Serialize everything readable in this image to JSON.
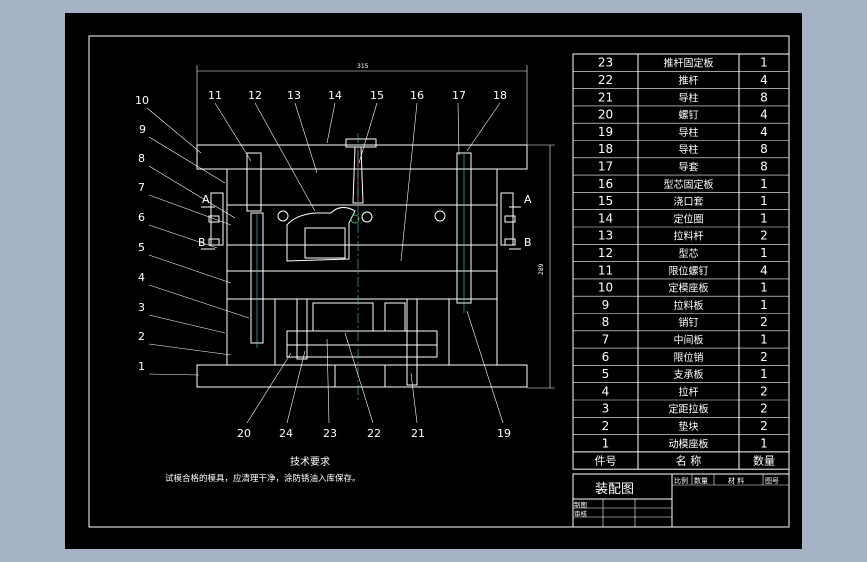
{
  "drawing": {
    "dim_width": "315",
    "dim_height": "289",
    "section_a": "A",
    "section_b": "B",
    "top_callouts": [
      "11",
      "12",
      "13",
      "14",
      "15",
      "16",
      "17",
      "18"
    ],
    "left_callouts": [
      "10",
      "9",
      "8",
      "7",
      "6",
      "5",
      "4",
      "3",
      "2",
      "1"
    ],
    "bottom_callouts": [
      "20",
      "24",
      "23",
      "22",
      "21",
      "19"
    ]
  },
  "notes": {
    "title": "技术要求",
    "text": "试模合格的模具，应清理干净，涂防锈油入库保存。"
  },
  "bom": {
    "rows": [
      {
        "no": "23",
        "name": "推杆固定板",
        "qty": "1"
      },
      {
        "no": "22",
        "name": "推杆",
        "qty": "4"
      },
      {
        "no": "21",
        "name": "导柱",
        "qty": "8"
      },
      {
        "no": "20",
        "name": "螺钉",
        "qty": "4"
      },
      {
        "no": "19",
        "name": "导柱",
        "qty": "4"
      },
      {
        "no": "18",
        "name": "导柱",
        "qty": "8"
      },
      {
        "no": "17",
        "name": "导套",
        "qty": "8"
      },
      {
        "no": "16",
        "name": "型芯固定板",
        "qty": "1"
      },
      {
        "no": "15",
        "name": "浇口套",
        "qty": "1"
      },
      {
        "no": "14",
        "name": "定位圈",
        "qty": "1"
      },
      {
        "no": "13",
        "name": "拉料杆",
        "qty": "2"
      },
      {
        "no": "12",
        "name": "型芯",
        "qty": "1"
      },
      {
        "no": "11",
        "name": "限位螺钉",
        "qty": "4"
      },
      {
        "no": "10",
        "name": "定模座板",
        "qty": "1"
      },
      {
        "no": "9",
        "name": "拉料板",
        "qty": "1"
      },
      {
        "no": "8",
        "name": "销钉",
        "qty": "2"
      },
      {
        "no": "7",
        "name": "中间板",
        "qty": "1"
      },
      {
        "no": "6",
        "name": "限位销",
        "qty": "2"
      },
      {
        "no": "5",
        "name": "支承板",
        "qty": "1"
      },
      {
        "no": "4",
        "name": "拉杆",
        "qty": "2"
      },
      {
        "no": "3",
        "name": "定距拉板",
        "qty": "2"
      },
      {
        "no": "2",
        "name": "垫块",
        "qty": "2"
      },
      {
        "no": "1",
        "name": "动模座板",
        "qty": "1"
      }
    ],
    "header": {
      "no": "件号",
      "name": "名 称",
      "qty": "数量"
    }
  },
  "titleblock": {
    "title": "装配图",
    "scale": "比例",
    "quantity": "数量",
    "material": "材 料",
    "drawing_no": "图号",
    "drawn": "制图",
    "reviewed": "审核"
  },
  "colors": {
    "sheet_bg": "#000000",
    "outer_bg": "#a6b2c6",
    "line": "#ffffff",
    "accent_cyan": "#49c8d6",
    "accent_red": "#e23c3c"
  }
}
